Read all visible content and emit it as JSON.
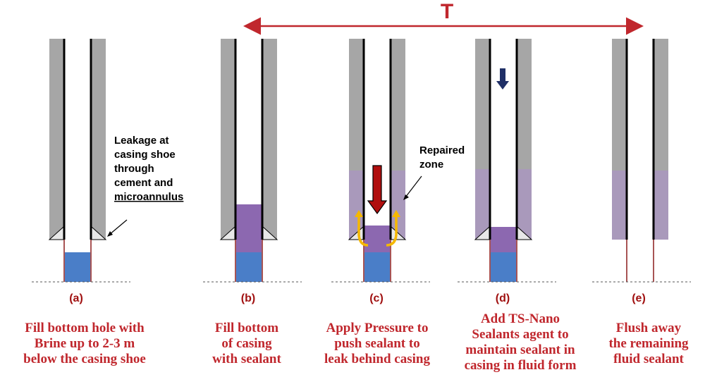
{
  "timeline": {
    "label": "T",
    "color": "#c0272d"
  },
  "panels": [
    {
      "tag": "(a)",
      "caption": [
        "Fill bottom hole with",
        "Brine up to 2-3 m",
        "below the casing shoe"
      ]
    },
    {
      "tag": "(b)",
      "caption": [
        "Fill bottom",
        "of casing",
        "with sealant"
      ]
    },
    {
      "tag": "(c)",
      "caption": [
        "Apply Pressure to",
        "push sealant to",
        "leak behind casing"
      ]
    },
    {
      "tag": "(d)",
      "caption": [
        "Add TS-Nano",
        "Sealants agent to",
        "maintain sealant in",
        "casing in fluid form"
      ]
    },
    {
      "tag": "(e)",
      "caption": [
        "Flush away",
        "the remaining",
        "fluid sealant"
      ]
    }
  ],
  "annotations": {
    "leakage": [
      "Leakage at",
      "casing shoe",
      "through",
      "cement and",
      "microannulus"
    ],
    "repaired": [
      "Repaired",
      "zone"
    ]
  },
  "colors": {
    "cement": "#a6a6a6",
    "casing": "#000000",
    "brine": "#4a7ec8",
    "sealant": "#8c68b0",
    "sealant_behind": "#a999bb",
    "pressure_arrow": "#b00e0e",
    "flow_arrow": "#f5b800",
    "nano_arrow": "#1f2f66",
    "caption_text": "#c0272d"
  }
}
